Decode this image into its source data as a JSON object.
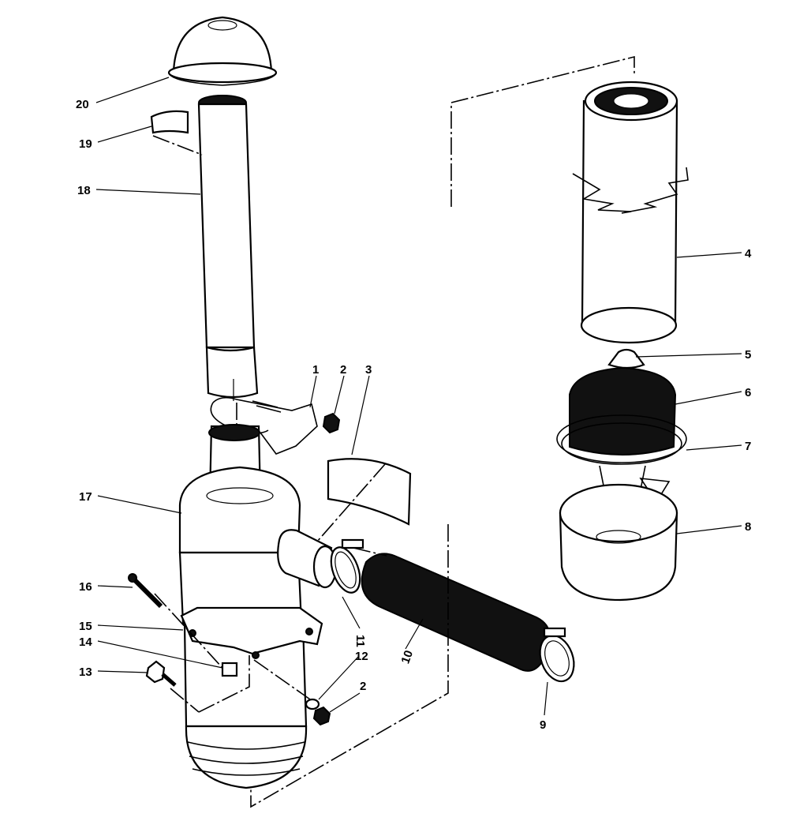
{
  "callouts": [
    {
      "id": "c20",
      "text": "20"
    },
    {
      "id": "c19",
      "text": "19"
    },
    {
      "id": "c18",
      "text": "18"
    },
    {
      "id": "c1",
      "text": "1"
    },
    {
      "id": "c2a",
      "text": "2"
    },
    {
      "id": "c3",
      "text": "3"
    },
    {
      "id": "c4",
      "text": "4"
    },
    {
      "id": "c5",
      "text": "5"
    },
    {
      "id": "c6",
      "text": "6"
    },
    {
      "id": "c7",
      "text": "7"
    },
    {
      "id": "c8",
      "text": "8"
    },
    {
      "id": "c17",
      "text": "17"
    },
    {
      "id": "c16",
      "text": "16"
    },
    {
      "id": "c15",
      "text": "15"
    },
    {
      "id": "c14",
      "text": "14"
    },
    {
      "id": "c13",
      "text": "13"
    },
    {
      "id": "c12",
      "text": "12"
    },
    {
      "id": "c11",
      "text": "11"
    },
    {
      "id": "c10",
      "text": "10"
    },
    {
      "id": "c2b",
      "text": "2"
    },
    {
      "id": "c9",
      "text": "9"
    }
  ]
}
